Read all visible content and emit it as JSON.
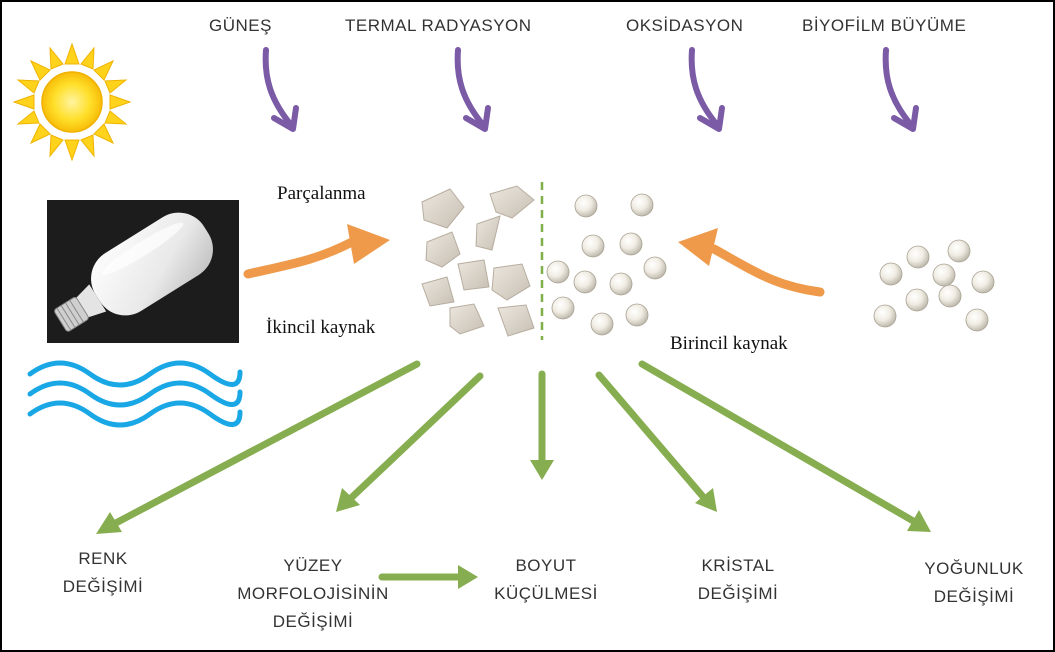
{
  "factors": {
    "sun": "GÜNEŞ",
    "thermal": "TERMAL RADYASYON",
    "oxidation": "OKSİDASYON",
    "biofilm": "BİYOFİLM BÜYÜME"
  },
  "process": {
    "fragmentation": "Parçalanma",
    "secondary_source": "İkincil kaynak",
    "primary_source": "Birincil kaynak"
  },
  "effects": {
    "color": "RENK\nDEĞİŞİMİ",
    "surface": "YÜZEY\nMORFOLOJİSİNİN\nDEĞİŞİMİ",
    "size": "BOYUT\nKÜÇÜLMESİ",
    "crystal": "KRİSTAL\nDEĞİŞİMİ",
    "density": "YOĞUNLUK\nDEĞİŞİMİ"
  },
  "colors": {
    "factor_arrow": "#7b5aa6",
    "source_arrow": "#ef9a4a",
    "effect_arrow": "#86ad4f",
    "water_wave": "#1aa7e6",
    "divider": "#7fb04a",
    "sun": "#ffd21c"
  },
  "icons": [
    "sun-icon",
    "plastic-bottle-image",
    "water-waves-icon",
    "fragments-image",
    "microbeads-image"
  ]
}
